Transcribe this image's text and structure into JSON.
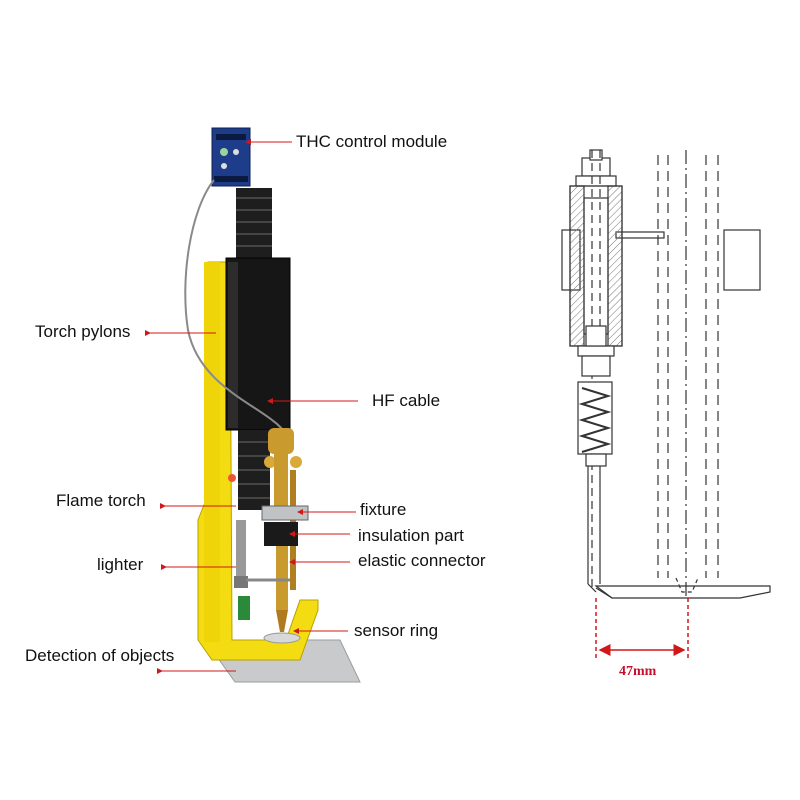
{
  "colors": {
    "arrow": "#d01818",
    "machine_yellow": "#f4dc12",
    "housing_black": "#161616",
    "brass": "#c99a2e",
    "drawing_line": "#333333",
    "dimension": "#d01818"
  },
  "labels": {
    "thc_control_module": "THC control module",
    "torch_pylons": "Torch pylons",
    "hf_cable": "HF cable",
    "flame_torch": "Flame torch",
    "fixture": "fixture",
    "insulation_part": "insulation part",
    "lighter": "lighter",
    "elastic_connector": "elastic connector",
    "sensor_ring": "sensor ring",
    "detection_of_objects": "Detection of objects"
  },
  "drawing": {
    "dimension_label": "47mm"
  }
}
